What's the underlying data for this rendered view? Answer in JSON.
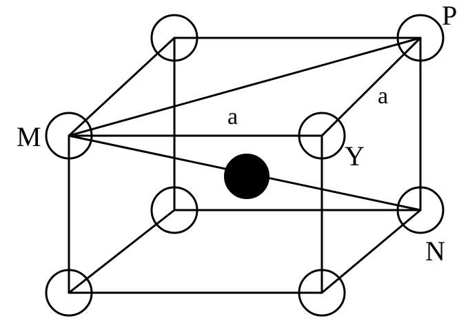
{
  "labels": {
    "vertex_M": "M",
    "vertex_P": "P",
    "vertex_Y": "Y",
    "vertex_N": "N",
    "edge_top": "a",
    "edge_right": "a"
  },
  "colors": {
    "line": "#000000",
    "background": "#ffffff",
    "center_atom": "#000000"
  }
}
